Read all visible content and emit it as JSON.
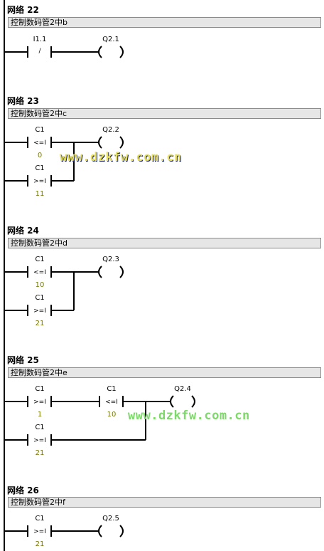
{
  "networks": [
    {
      "title": "网络 22",
      "comment": "控制数码管2中b",
      "contacts": [
        {
          "address": "I1.1",
          "operator": "/",
          "constant": ""
        }
      ],
      "coil": "Q2.1"
    },
    {
      "title": "网络 23",
      "comment": "控制数码管2中c",
      "contacts": [
        {
          "address": "C1",
          "operator": "<=I",
          "constant": "0"
        },
        {
          "address": "C1",
          "operator": ">=I",
          "constant": "11"
        }
      ],
      "coil": "Q2.2"
    },
    {
      "title": "网络 24",
      "comment": "控制数码管2中d",
      "contacts": [
        {
          "address": "C1",
          "operator": "<=I",
          "constant": "10"
        },
        {
          "address": "C1",
          "operator": ">=I",
          "constant": "21"
        }
      ],
      "coil": "Q2.3"
    },
    {
      "title": "网络 25",
      "comment": "控制数码管2中e",
      "contacts": [
        {
          "address": "C1",
          "operator": ">=I",
          "constant": "1"
        },
        {
          "address": "C1",
          "operator": "<=I",
          "constant": "10"
        },
        {
          "address": "C1",
          "operator": ">=I",
          "constant": "21"
        }
      ],
      "coil": "Q2.4"
    },
    {
      "title": "网络 26",
      "comment": "控制数码管2中f",
      "contacts": [
        {
          "address": "C1",
          "operator": ">=I",
          "constant": "21"
        }
      ],
      "coil": "Q2.5"
    }
  ],
  "watermarks": [
    "www.dzkfw.com.cn",
    "www.dzkfw.com.cn"
  ],
  "colors": {
    "watermark_1": "#e8e05a",
    "watermark_2": "#7ed86a",
    "constant": "#7a7a00",
    "comment_bg": "#e6e6e6"
  }
}
